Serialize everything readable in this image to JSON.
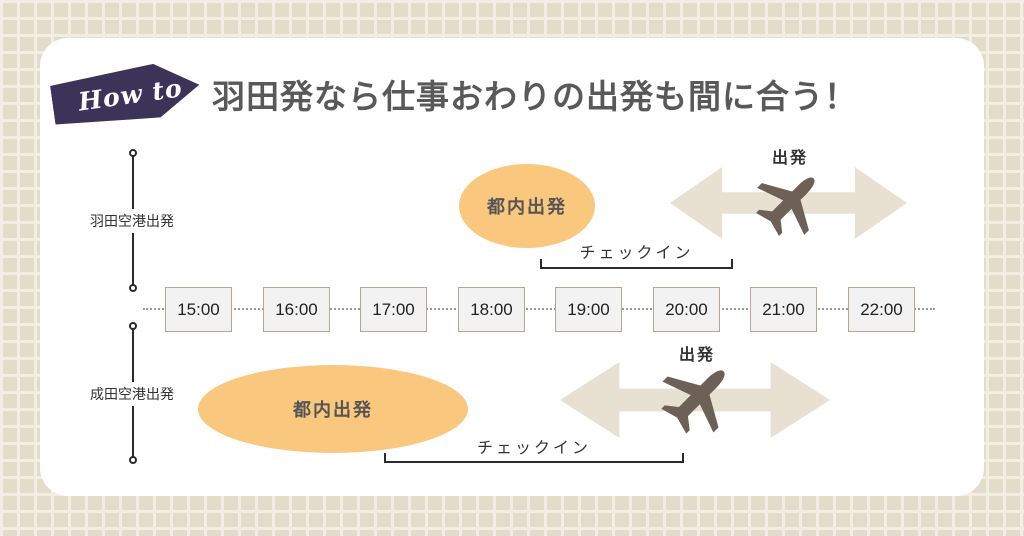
{
  "badge": {
    "label": "How to"
  },
  "header": {
    "title": "羽田発なら仕事おわりの出発も間に合う！"
  },
  "timeline": {
    "times": [
      "15:00",
      "16:00",
      "17:00",
      "18:00",
      "19:00",
      "20:00",
      "21:00",
      "22:00"
    ]
  },
  "rows": {
    "haneda": {
      "rail_label": "羽田空港出発",
      "bubble": "都内出発",
      "checkin": "チェックイン",
      "departure": "出発"
    },
    "narita": {
      "rail_label": "成田空港出発",
      "bubble": "都内出発",
      "checkin": "チェックイン",
      "departure": "出発"
    }
  },
  "icons": {
    "airplane": "airplane-icon",
    "double_arrow": "double-arrow-icon",
    "howto_arrow": "howto-arrow-badge"
  },
  "colors": {
    "page_background": "#e4dcca",
    "grid_line": "#f2eee3",
    "card": "#ffffff",
    "badge": "#3b3358",
    "title_text": "#595959",
    "bubble_orange": "#f9c87e",
    "arrow_beige": "#e8e0d1",
    "plane_brown": "#6d6056",
    "time_box_fill": "#f2f2f2",
    "time_box_border": "#b3a79a"
  }
}
